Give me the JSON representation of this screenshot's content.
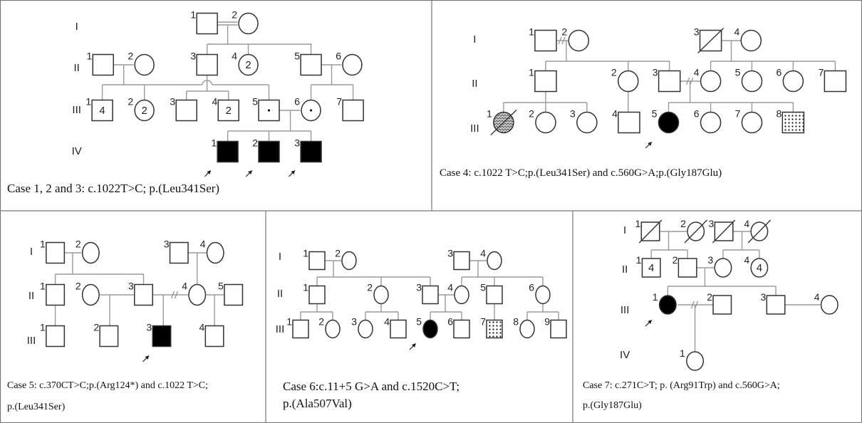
{
  "cases": [
    {
      "name": "Case 1, 2 and 3",
      "generations": [
        "I",
        "II",
        "III",
        "IV"
      ],
      "caption": [
        "Case 1, 2 and 3: c.1022T>C; p.(Leu341Ser)"
      ],
      "individuals": [
        {
          "id": "I-1",
          "number": "1",
          "sex": "male",
          "status": "unaffected"
        },
        {
          "id": "I-2",
          "number": "2",
          "sex": "female",
          "status": "unaffected"
        },
        {
          "id": "II-1",
          "number": "1",
          "sex": "male",
          "status": "unaffected"
        },
        {
          "id": "II-2",
          "number": "2",
          "sex": "female",
          "status": "unaffected"
        },
        {
          "id": "II-3",
          "number": "3",
          "sex": "male",
          "status": "unaffected"
        },
        {
          "id": "II-4",
          "number": "4",
          "sex": "female",
          "status": "unaffected",
          "inner": "2"
        },
        {
          "id": "II-5",
          "number": "5",
          "sex": "male",
          "status": "unaffected"
        },
        {
          "id": "II-6",
          "number": "6",
          "sex": "female",
          "status": "unaffected"
        },
        {
          "id": "III-1",
          "number": "1",
          "sex": "male",
          "status": "unaffected",
          "inner": "4"
        },
        {
          "id": "III-2",
          "number": "2",
          "sex": "female",
          "status": "unaffected",
          "inner": "2"
        },
        {
          "id": "III-3",
          "number": "3",
          "sex": "male",
          "status": "unaffected"
        },
        {
          "id": "III-4",
          "number": "4",
          "sex": "male",
          "status": "unaffected",
          "inner": "2"
        },
        {
          "id": "III-5",
          "number": "5",
          "sex": "male",
          "status": "carrier"
        },
        {
          "id": "III-6",
          "number": "6",
          "sex": "female",
          "status": "carrier"
        },
        {
          "id": "III-7",
          "number": "7",
          "sex": "male",
          "status": "unaffected"
        },
        {
          "id": "IV-1",
          "number": "1",
          "sex": "male",
          "status": "affected",
          "proband": true
        },
        {
          "id": "IV-2",
          "number": "2",
          "sex": "male",
          "status": "affected",
          "proband": true
        },
        {
          "id": "IV-3",
          "number": "3",
          "sex": "male",
          "status": "affected",
          "proband": true
        }
      ]
    },
    {
      "name": "Case 4",
      "generations": [
        "I",
        "II",
        "III"
      ],
      "caption": [
        "Case 4: c.1022 T>C;p.(Leu341Ser) and c.560G>A;p.(Gly187Glu)"
      ],
      "individuals": [
        {
          "id": "I-1",
          "number": "1",
          "sex": "male",
          "status": "unaffected"
        },
        {
          "id": "I-2",
          "number": "2",
          "sex": "female",
          "status": "unaffected"
        },
        {
          "id": "I-3",
          "number": "3",
          "sex": "male",
          "status": "unaffected",
          "deceased": true
        },
        {
          "id": "I-4",
          "number": "4",
          "sex": "female",
          "status": "unaffected"
        },
        {
          "id": "II-1",
          "number": "1",
          "sex": "male",
          "status": "unaffected"
        },
        {
          "id": "II-2",
          "number": "2",
          "sex": "female",
          "status": "unaffected"
        },
        {
          "id": "II-3",
          "number": "3",
          "sex": "male",
          "status": "unaffected"
        },
        {
          "id": "II-4",
          "number": "4",
          "sex": "female",
          "status": "unaffected"
        },
        {
          "id": "II-5",
          "number": "5",
          "sex": "female",
          "status": "unaffected"
        },
        {
          "id": "II-6",
          "number": "6",
          "sex": "female",
          "status": "unaffected"
        },
        {
          "id": "II-7",
          "number": "7",
          "sex": "male",
          "status": "unaffected"
        },
        {
          "id": "III-1",
          "number": "1",
          "sex": "female",
          "status": "hatched",
          "deceased": true
        },
        {
          "id": "III-2",
          "number": "2",
          "sex": "female",
          "status": "unaffected"
        },
        {
          "id": "III-3",
          "number": "3",
          "sex": "female",
          "status": "unaffected"
        },
        {
          "id": "III-4",
          "number": "4",
          "sex": "male",
          "status": "unaffected"
        },
        {
          "id": "III-5",
          "number": "5",
          "sex": "female",
          "status": "affected",
          "proband": true
        },
        {
          "id": "III-6",
          "number": "6",
          "sex": "female",
          "status": "unaffected"
        },
        {
          "id": "III-7",
          "number": "7",
          "sex": "female",
          "status": "unaffected"
        },
        {
          "id": "III-8",
          "number": "8",
          "sex": "male",
          "status": "dotted"
        }
      ]
    },
    {
      "name": "Case 5",
      "generations": [
        "I",
        "II",
        "III"
      ],
      "caption": [
        "Case 5: c.370CT>C;p.(Arg124*) and c.1022 T>C;",
        "p.(Leu341Ser)"
      ],
      "individuals": [
        {
          "id": "I-1",
          "number": "1",
          "sex": "male",
          "status": "unaffected"
        },
        {
          "id": "I-2",
          "number": "2",
          "sex": "female",
          "status": "unaffected"
        },
        {
          "id": "I-3",
          "number": "3",
          "sex": "male",
          "status": "unaffected"
        },
        {
          "id": "I-4",
          "number": "4",
          "sex": "female",
          "status": "unaffected"
        },
        {
          "id": "II-1",
          "number": "1",
          "sex": "male",
          "status": "unaffected"
        },
        {
          "id": "II-2",
          "number": "2",
          "sex": "female",
          "status": "unaffected"
        },
        {
          "id": "II-3",
          "number": "3",
          "sex": "male",
          "status": "unaffected"
        },
        {
          "id": "II-4",
          "number": "4",
          "sex": "female",
          "status": "unaffected"
        },
        {
          "id": "II-5",
          "number": "5",
          "sex": "male",
          "status": "unaffected"
        },
        {
          "id": "III-1",
          "number": "1",
          "sex": "male",
          "status": "unaffected"
        },
        {
          "id": "III-2",
          "number": "2",
          "sex": "male",
          "status": "unaffected"
        },
        {
          "id": "III-3",
          "number": "3",
          "sex": "male",
          "status": "affected",
          "proband": true
        },
        {
          "id": "III-4",
          "number": "4",
          "sex": "male",
          "status": "unaffected"
        }
      ]
    },
    {
      "name": "Case 6",
      "generations": [
        "I",
        "II",
        "III"
      ],
      "caption": [
        "Case 6:c.11+5 G>A and  c.1520C>T;",
        "p.(Ala507Val)"
      ],
      "individuals": [
        {
          "id": "I-1",
          "number": "1",
          "sex": "male",
          "status": "unaffected"
        },
        {
          "id": "I-2",
          "number": "2",
          "sex": "female",
          "status": "unaffected"
        },
        {
          "id": "I-3",
          "number": "3",
          "sex": "male",
          "status": "unaffected"
        },
        {
          "id": "I-4",
          "number": "4",
          "sex": "female",
          "status": "unaffected"
        },
        {
          "id": "II-1",
          "number": "1",
          "sex": "male",
          "status": "unaffected"
        },
        {
          "id": "II-2",
          "number": "2",
          "sex": "female",
          "status": "unaffected"
        },
        {
          "id": "II-3",
          "number": "3",
          "sex": "male",
          "status": "unaffected"
        },
        {
          "id": "II-4",
          "number": "4",
          "sex": "female",
          "status": "unaffected"
        },
        {
          "id": "II-5",
          "number": "5",
          "sex": "male",
          "status": "unaffected"
        },
        {
          "id": "II-6",
          "number": "6",
          "sex": "female",
          "status": "unaffected"
        },
        {
          "id": "III-1",
          "number": "1",
          "sex": "male",
          "status": "unaffected"
        },
        {
          "id": "III-2",
          "number": "2",
          "sex": "female",
          "status": "unaffected"
        },
        {
          "id": "III-3",
          "number": "3",
          "sex": "female",
          "status": "unaffected"
        },
        {
          "id": "III-4",
          "number": "4",
          "sex": "male",
          "status": "unaffected"
        },
        {
          "id": "III-5",
          "number": "5",
          "sex": "female",
          "status": "affected",
          "proband": true
        },
        {
          "id": "III-6",
          "number": "6",
          "sex": "male",
          "status": "unaffected"
        },
        {
          "id": "III-7",
          "number": "7",
          "sex": "male",
          "status": "dotted"
        },
        {
          "id": "III-8",
          "number": "8",
          "sex": "female",
          "status": "unaffected"
        },
        {
          "id": "III-9",
          "number": "9",
          "sex": "male",
          "status": "unaffected"
        }
      ]
    },
    {
      "name": "Case 7",
      "generations": [
        "I",
        "II",
        "III",
        "IV"
      ],
      "caption": [
        "Case 7: c.271C>T; p. (Arg91Trp) and c.560G>A;",
        "p.(Gly187Glu)"
      ],
      "individuals": [
        {
          "id": "I-1",
          "number": "1",
          "sex": "male",
          "status": "unaffected",
          "deceased": true
        },
        {
          "id": "I-2",
          "number": "2",
          "sex": "female",
          "status": "unaffected",
          "deceased": true
        },
        {
          "id": "I-3",
          "number": "3",
          "sex": "male",
          "status": "unaffected",
          "deceased": true
        },
        {
          "id": "I-4",
          "number": "4",
          "sex": "female",
          "status": "unaffected",
          "deceased": true
        },
        {
          "id": "II-1",
          "number": "1",
          "sex": "male",
          "status": "unaffected",
          "inner": "4"
        },
        {
          "id": "II-2",
          "number": "2",
          "sex": "male",
          "status": "unaffected"
        },
        {
          "id": "II-3",
          "number": "3",
          "sex": "female",
          "status": "unaffected"
        },
        {
          "id": "II-4",
          "number": "4",
          "sex": "female",
          "status": "unaffected",
          "inner": "4"
        },
        {
          "id": "III-1",
          "number": "1",
          "sex": "female",
          "status": "affected",
          "proband": true
        },
        {
          "id": "III-2",
          "number": "2",
          "sex": "male",
          "status": "unaffected"
        },
        {
          "id": "III-3",
          "number": "3",
          "sex": "male",
          "status": "unaffected"
        },
        {
          "id": "III-4",
          "number": "4",
          "sex": "female",
          "status": "unaffected"
        },
        {
          "id": "IV-1",
          "number": "1",
          "sex": "female",
          "status": "unaffected"
        }
      ]
    }
  ],
  "colors": {
    "border": "#777777",
    "line": "#9a9a9a",
    "affected": "#000000"
  }
}
